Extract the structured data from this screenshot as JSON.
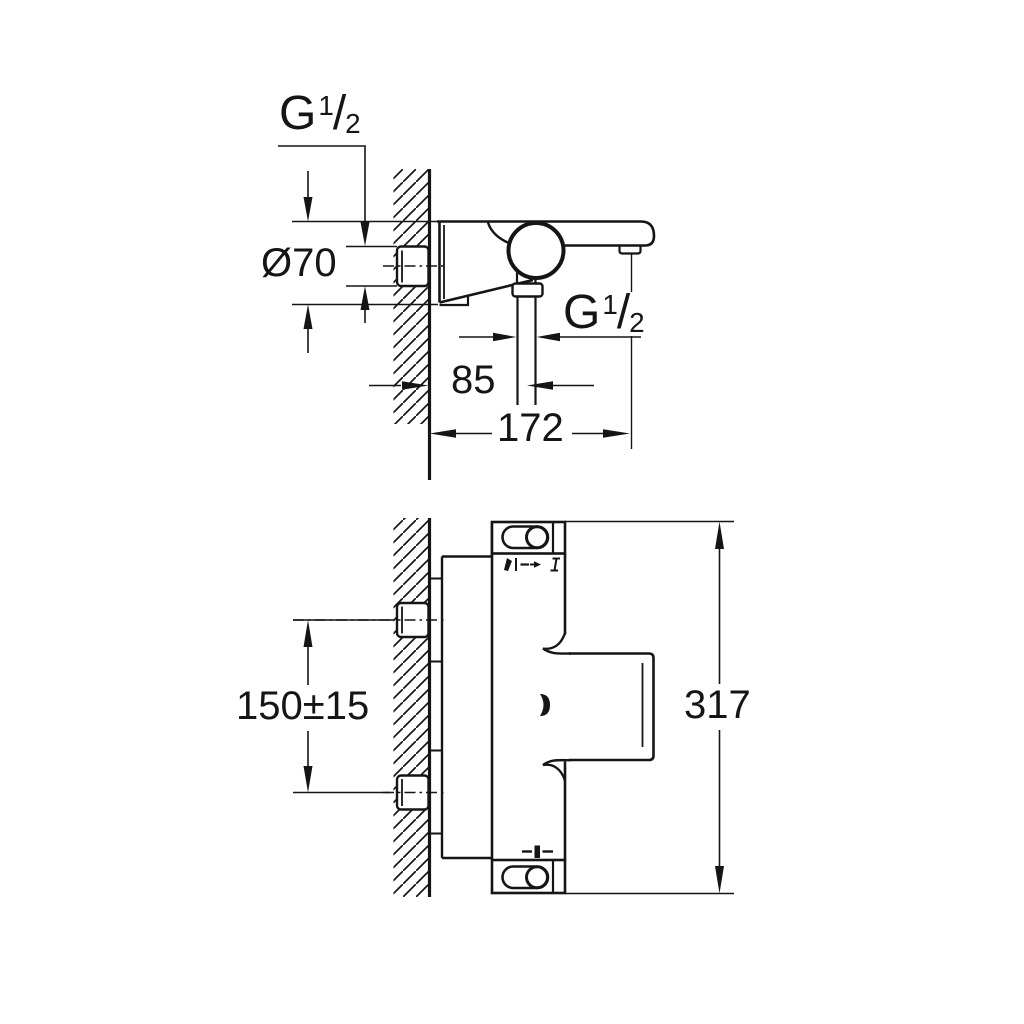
{
  "drawing": {
    "type": "installation-dimension-drawing",
    "product": "wall-mounted thermostatic bath mixer",
    "colors": {
      "line": "#151515",
      "background": "#ffffff"
    },
    "side_view": {
      "wall_thread_label": {
        "base": "G",
        "sup": "1",
        "slash": "/",
        "sub": "2"
      },
      "escutcheon_diameter_label": "Ø70",
      "outlet_thread_label": {
        "base": "G",
        "sup": "1",
        "slash": "/",
        "sub": "2"
      },
      "outlet_offset_label": "85",
      "spout_length_label": "172"
    },
    "front_view": {
      "connection_spacing_label": "150±15",
      "overall_width_label": "317"
    },
    "icons": {
      "handle_legend": [
        "hand-shower-icon",
        "divert-arrow-icon",
        "bath-fill-icon"
      ],
      "eco_mark": "eco-stop-icon",
      "logo": "brand-mark-icon"
    }
  }
}
